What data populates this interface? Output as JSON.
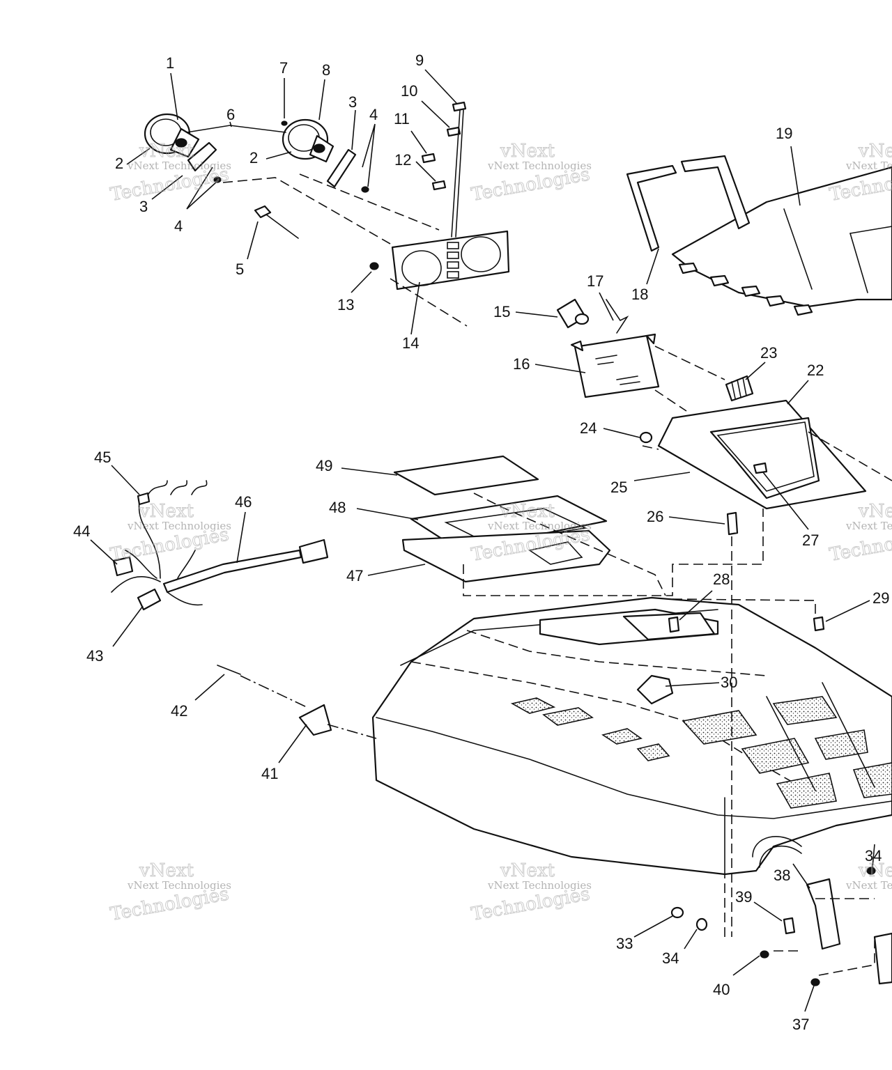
{
  "watermark": {
    "line1": "vNext",
    "line2": "vNext Technologies",
    "line3": "Technologies"
  },
  "callouts": [
    {
      "id": "c1",
      "text": "1"
    },
    {
      "id": "c2a",
      "text": "2"
    },
    {
      "id": "c2b",
      "text": "2"
    },
    {
      "id": "c3a",
      "text": "3"
    },
    {
      "id": "c3b",
      "text": "3"
    },
    {
      "id": "c4a",
      "text": "4"
    },
    {
      "id": "c4b",
      "text": "4"
    },
    {
      "id": "c5",
      "text": "5"
    },
    {
      "id": "c6",
      "text": "6"
    },
    {
      "id": "c7",
      "text": "7"
    },
    {
      "id": "c8",
      "text": "8"
    },
    {
      "id": "c9",
      "text": "9"
    },
    {
      "id": "c10",
      "text": "10"
    },
    {
      "id": "c11",
      "text": "11"
    },
    {
      "id": "c12",
      "text": "12"
    },
    {
      "id": "c13",
      "text": "13"
    },
    {
      "id": "c14",
      "text": "14"
    },
    {
      "id": "c15",
      "text": "15"
    },
    {
      "id": "c16",
      "text": "16"
    },
    {
      "id": "c17",
      "text": "17"
    },
    {
      "id": "c18",
      "text": "18"
    },
    {
      "id": "c19",
      "text": "19"
    },
    {
      "id": "c22",
      "text": "22"
    },
    {
      "id": "c23",
      "text": "23"
    },
    {
      "id": "c24",
      "text": "24"
    },
    {
      "id": "c25",
      "text": "25"
    },
    {
      "id": "c26",
      "text": "26"
    },
    {
      "id": "c27",
      "text": "27"
    },
    {
      "id": "c28",
      "text": "28"
    },
    {
      "id": "c29",
      "text": "29"
    },
    {
      "id": "c30",
      "text": "30"
    },
    {
      "id": "c33",
      "text": "33"
    },
    {
      "id": "c34a",
      "text": "34"
    },
    {
      "id": "c34b",
      "text": "34"
    },
    {
      "id": "c37",
      "text": "37"
    },
    {
      "id": "c38",
      "text": "38"
    },
    {
      "id": "c39",
      "text": "39"
    },
    {
      "id": "c40",
      "text": "40"
    },
    {
      "id": "c41",
      "text": "41"
    },
    {
      "id": "c42",
      "text": "42"
    },
    {
      "id": "c43",
      "text": "43"
    },
    {
      "id": "c44",
      "text": "44"
    },
    {
      "id": "c45",
      "text": "45"
    },
    {
      "id": "c46",
      "text": "46"
    },
    {
      "id": "c47",
      "text": "47"
    },
    {
      "id": "c48",
      "text": "48"
    },
    {
      "id": "c49",
      "text": "49"
    }
  ]
}
